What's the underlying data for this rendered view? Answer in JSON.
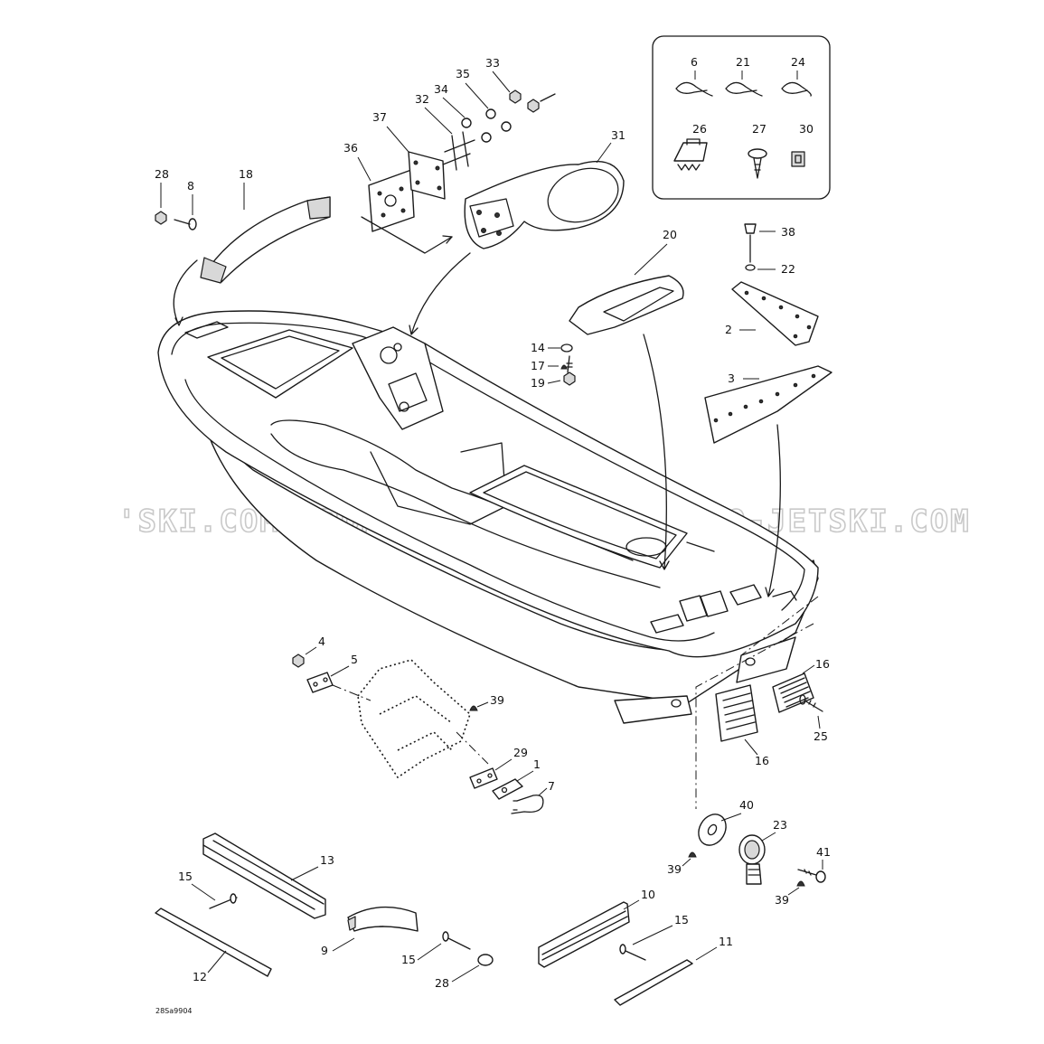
{
  "watermark": "'SKI.COM  PROMO-JETSKI.COM  PROMO-JETSKI.COM",
  "drawing_code": "28Sa9904",
  "callouts": {
    "c1": "1",
    "c2": "2",
    "c3": "3",
    "c4": "4",
    "c5": "5",
    "c6": "6",
    "c7": "7",
    "c8": "8",
    "c9": "9",
    "c10": "10",
    "c11": "11",
    "c12": "12",
    "c13": "13",
    "c14": "14",
    "c15a": "15",
    "c15b": "15",
    "c15c": "15",
    "c16a": "16",
    "c16b": "16",
    "c17": "17",
    "c18": "18",
    "c19": "19",
    "c20": "20",
    "c21": "21",
    "c22": "22",
    "c23": "23",
    "c24": "24",
    "c25": "25",
    "c26": "26",
    "c27": "27",
    "c28a": "28",
    "c28b": "28",
    "c29": "29",
    "c30": "30",
    "c31": "31",
    "c32": "32",
    "c33": "33",
    "c34": "34",
    "c35": "35",
    "c36": "36",
    "c37": "37",
    "c38": "38",
    "c39a": "39",
    "c39b": "39",
    "c39c": "39",
    "c40": "40",
    "c41": "41"
  }
}
